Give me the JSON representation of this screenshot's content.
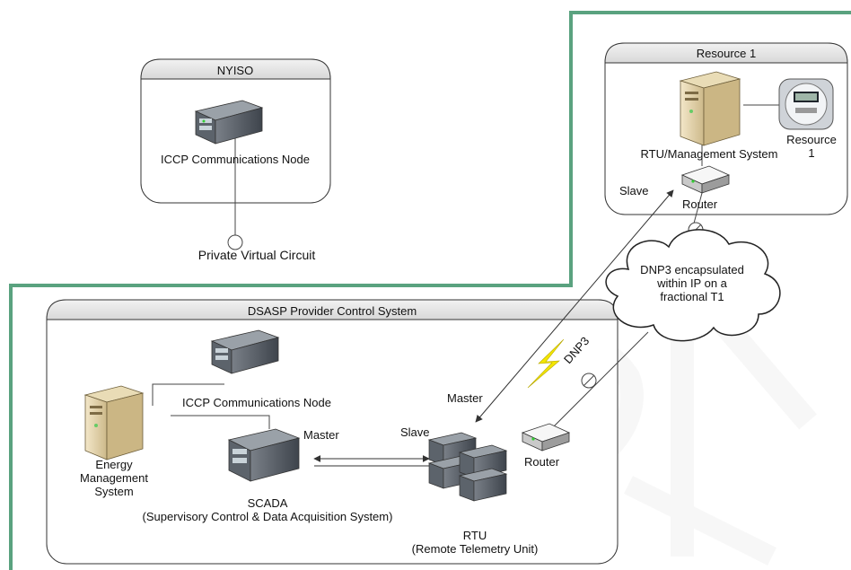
{
  "nyiso": {
    "title": "NYISO",
    "node_label": "ICCP Communications Node"
  },
  "link_label": "Private Virtual Circuit",
  "resource": {
    "title": "Resource 1",
    "rtu_label": "RTU/Management System",
    "meter_label_line1": "Resource",
    "meter_label_line2": "1",
    "slave_label": "Slave",
    "router_label": "Router"
  },
  "cloud_text": [
    "DNP3 encapsulated",
    "within IP on a",
    "fractional T1"
  ],
  "dsasp": {
    "title": "DSASP Provider Control System",
    "iccp_label": "ICCP Communications Node",
    "ems_label": [
      "Energy",
      "Management",
      "System"
    ],
    "scada_label": [
      "SCADA",
      "(Supervisory Control & Data Acquisition System)"
    ],
    "master_label": "Master",
    "rtu_master_label": "Master",
    "rtu_slave_label": "Slave",
    "dnp3_label": "DNP3",
    "router_label": "Router",
    "rtu_label": [
      "RTU",
      "(Remote Telemetry Unit)"
    ]
  },
  "watermark": "Draft",
  "colors": {
    "boundary_green": "#5aa27f",
    "box_header": "#e4e4e4",
    "lightning": "#f3e600",
    "watermark": "#eeeeee"
  }
}
